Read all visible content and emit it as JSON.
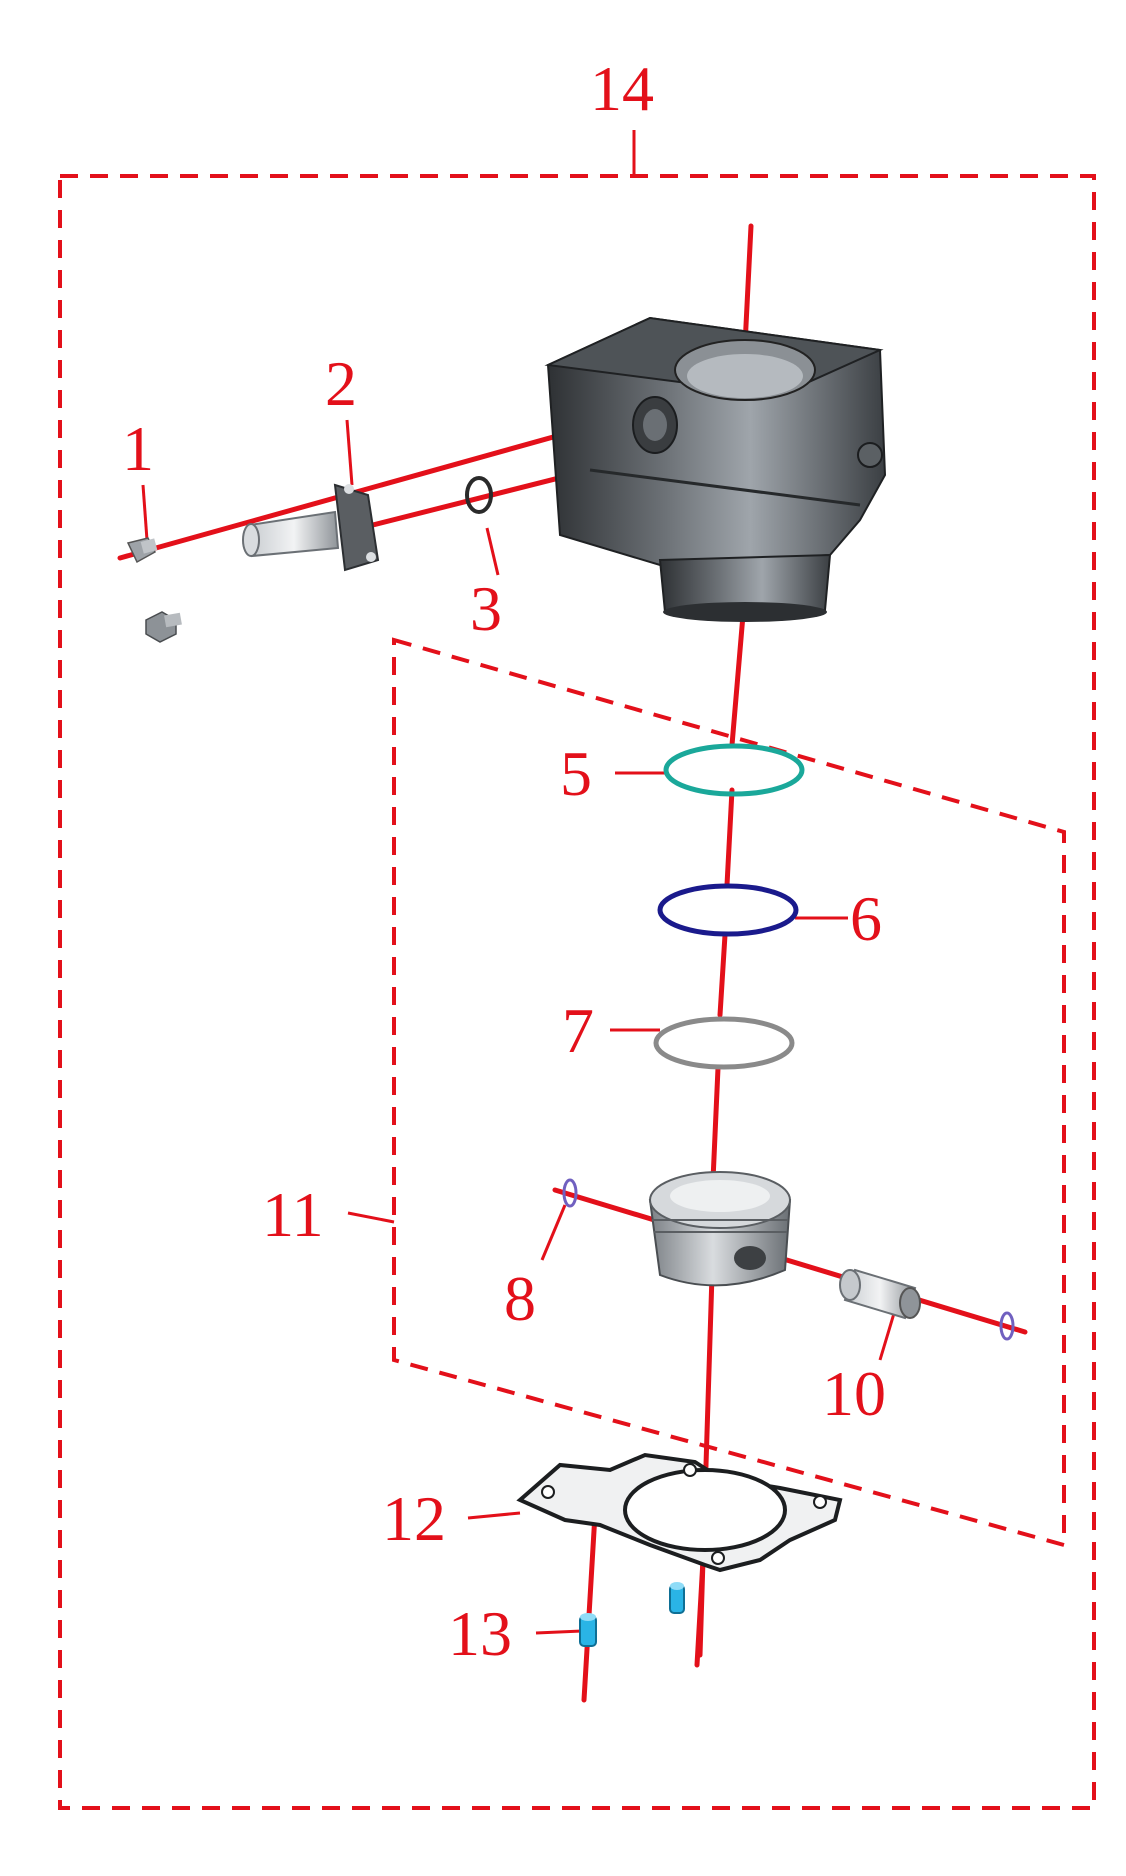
{
  "diagram": {
    "type": "exploded-parts-diagram",
    "colors": {
      "callout_red": "#e3101a",
      "part_metal": "#9ea3a8",
      "part_dark": "#3a3d40",
      "ring_top": "#1aa89a",
      "ring_second": "#1a1a8c",
      "ring_oil": "#8a8a8a",
      "dowel": "#2ab4e6",
      "circlip": "#7060c0"
    },
    "callouts": [
      {
        "id": "1",
        "label": "1"
      },
      {
        "id": "2",
        "label": "2"
      },
      {
        "id": "3",
        "label": "3"
      },
      {
        "id": "5",
        "label": "5"
      },
      {
        "id": "6",
        "label": "6"
      },
      {
        "id": "7",
        "label": "7"
      },
      {
        "id": "8",
        "label": "8"
      },
      {
        "id": "10",
        "label": "10"
      },
      {
        "id": "11",
        "label": "11"
      },
      {
        "id": "12",
        "label": "12"
      },
      {
        "id": "13",
        "label": "13"
      },
      {
        "id": "14",
        "label": "14"
      }
    ],
    "parts_icons": [
      "bolt-icon",
      "intake-pipe-icon",
      "o-ring-icon",
      "cylinder-block-icon",
      "piston-ring-icon",
      "piston-icon",
      "piston-pin-icon",
      "circlip-icon",
      "gasket-icon",
      "dowel-pin-icon"
    ]
  }
}
